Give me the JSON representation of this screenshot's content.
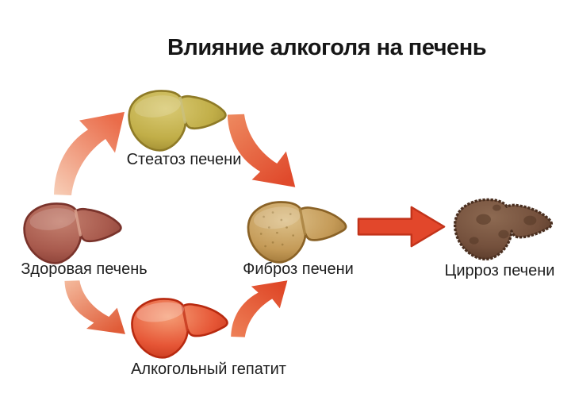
{
  "title": "Влияние алкоголя на печень",
  "stages": [
    {
      "id": "healthy",
      "label": "Здоровая печень",
      "colors": {
        "light": "#c4806f",
        "main": "#a85a4d",
        "dark": "#7a332b",
        "ligament": "#d9a28e"
      }
    },
    {
      "id": "steatosis",
      "label": "Стеатоз печени",
      "colors": {
        "light": "#d9ca74",
        "main": "#c1ae48",
        "dark": "#8f7b27",
        "ligament": "#cabf7d"
      }
    },
    {
      "id": "hepatitis",
      "label": "Алкогольный гепатит",
      "colors": {
        "light": "#f59c74",
        "main": "#e65636",
        "dark": "#b82a10",
        "ligament": "#c53a1e"
      }
    },
    {
      "id": "fibrosis",
      "label": "Фиброз печени",
      "colors": {
        "light": "#ddc18a",
        "main": "#c49a57",
        "dark": "#8a6226",
        "ligament": "#a8813f",
        "speckle": "#8a6a2e"
      }
    },
    {
      "id": "cirrhosis",
      "label": "Цирроз печени",
      "colors": {
        "light": "#8d6a52",
        "main": "#74503c",
        "dark": "#4a2f20",
        "ligament": "#5e4030",
        "spot": "#553826"
      }
    }
  ],
  "arrows": [
    {
      "name": "healthy-to-steatosis",
      "from": "healthy",
      "to": "steatosis",
      "color_tail": "#f7cfb8",
      "color_head": "#ea6c4a"
    },
    {
      "name": "steatosis-to-fibrosis",
      "from": "steatosis",
      "to": "fibrosis",
      "color_tail": "#ee8a60",
      "color_head": "#e04a2c"
    },
    {
      "name": "healthy-to-hepatitis",
      "from": "healthy",
      "to": "hepatitis",
      "color_tail": "#f4bb9e",
      "color_head": "#e05c38"
    },
    {
      "name": "hepatitis-to-fibrosis",
      "from": "hepatitis",
      "to": "fibrosis",
      "color_tail": "#ee8158",
      "color_head": "#df4828"
    },
    {
      "name": "fibrosis-to-cirrhosis",
      "from": "fibrosis",
      "to": "cirrhosis",
      "color_fill": "#e2472b",
      "color_stroke": "#c2331a"
    }
  ]
}
